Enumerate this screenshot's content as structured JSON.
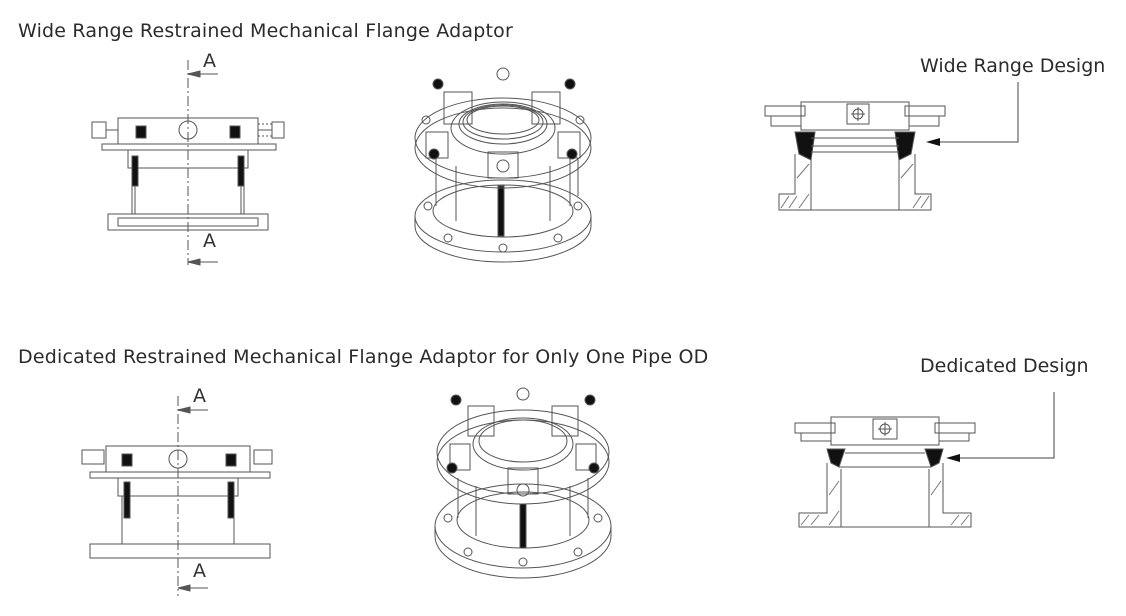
{
  "top": {
    "title": "Wide Range Restrained Mechanical Flange Adaptor",
    "callout": "Wide Range Design",
    "section_top": "A",
    "section_bottom": "A"
  },
  "bottom": {
    "title": "Dedicated Restrained Mechanical Flange Adaptor for Only One Pipe OD",
    "callout": "Dedicated Design",
    "section_top": "A",
    "section_bottom": "A"
  },
  "colors": {
    "line": "#555555",
    "fill_dark": "#111111",
    "hatch": "#777777"
  }
}
